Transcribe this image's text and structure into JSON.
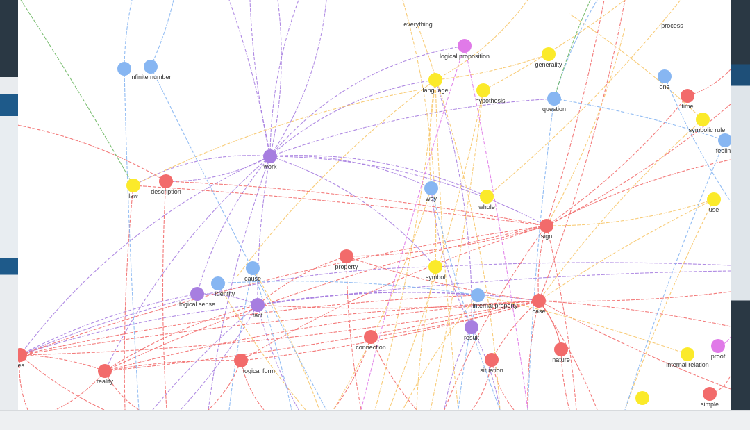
{
  "graph": {
    "colors": {
      "red": "#f26b6b",
      "yellow": "#fbea2a",
      "blue": "#87b6f2",
      "purple": "#a77ee0",
      "magenta": "#e07ae8",
      "green": "#6fb865",
      "orange": "#f7c66a"
    },
    "nodes": [
      {
        "id": "everything",
        "label": "everything",
        "color": "none"
      },
      {
        "id": "process",
        "label": "process",
        "color": "none"
      },
      {
        "id": "logical-proposition",
        "label": "logical proposition",
        "color": "magenta"
      },
      {
        "id": "generality",
        "label": "generality",
        "color": "yellow"
      },
      {
        "id": "infinite-number",
        "label": "infinite number",
        "color": "blue"
      },
      {
        "id": "tl-blue",
        "label": "",
        "color": "blue"
      },
      {
        "id": "language",
        "label": "language",
        "color": "yellow"
      },
      {
        "id": "hypothesis",
        "label": "hypothesis",
        "color": "yellow"
      },
      {
        "id": "question",
        "label": "question",
        "color": "blue"
      },
      {
        "id": "tr-blue",
        "label": "one",
        "color": "blue"
      },
      {
        "id": "time",
        "label": "time",
        "color": "red"
      },
      {
        "id": "symbolic-rule",
        "label": "symbolic rule",
        "color": "yellow"
      },
      {
        "id": "feeling",
        "label": "feeling",
        "color": "blue"
      },
      {
        "id": "work",
        "label": "work",
        "color": "purple"
      },
      {
        "id": "law",
        "label": "law",
        "color": "yellow"
      },
      {
        "id": "description",
        "label": "description",
        "color": "red"
      },
      {
        "id": "way",
        "label": "way",
        "color": "blue"
      },
      {
        "id": "whole",
        "label": "whole",
        "color": "yellow"
      },
      {
        "id": "use",
        "label": "use",
        "color": "yellow"
      },
      {
        "id": "sign",
        "label": "sign",
        "color": "red"
      },
      {
        "id": "property",
        "label": "property",
        "color": "red"
      },
      {
        "id": "symbol",
        "label": "symbol",
        "color": "yellow"
      },
      {
        "id": "cause",
        "label": "cause",
        "color": "blue"
      },
      {
        "id": "logical-sense",
        "label": "logical sense",
        "color": "purple"
      },
      {
        "id": "identity",
        "label": "identity",
        "color": "blue"
      },
      {
        "id": "fact",
        "label": "fact",
        "color": "purple"
      },
      {
        "id": "internal-property",
        "label": "internal property",
        "color": "blue"
      },
      {
        "id": "case",
        "label": "case",
        "color": "red"
      },
      {
        "id": "result",
        "label": "result",
        "color": "purple"
      },
      {
        "id": "connection",
        "label": "connection",
        "color": "red"
      },
      {
        "id": "reality",
        "label": "reality",
        "color": "red"
      },
      {
        "id": "logical-form",
        "label": "logical form",
        "color": "red"
      },
      {
        "id": "situation",
        "label": "situation",
        "color": "red"
      },
      {
        "id": "nature",
        "label": "nature",
        "color": "red"
      },
      {
        "id": "internal-relation",
        "label": "internal relation",
        "color": "yellow"
      },
      {
        "id": "proof",
        "label": "proof",
        "color": "magenta"
      },
      {
        "id": "left-red",
        "label": "tes",
        "color": "red"
      },
      {
        "id": "br-yellow",
        "label": "",
        "color": "yellow"
      },
      {
        "id": "br-red",
        "label": "simple",
        "color": "red"
      }
    ]
  }
}
